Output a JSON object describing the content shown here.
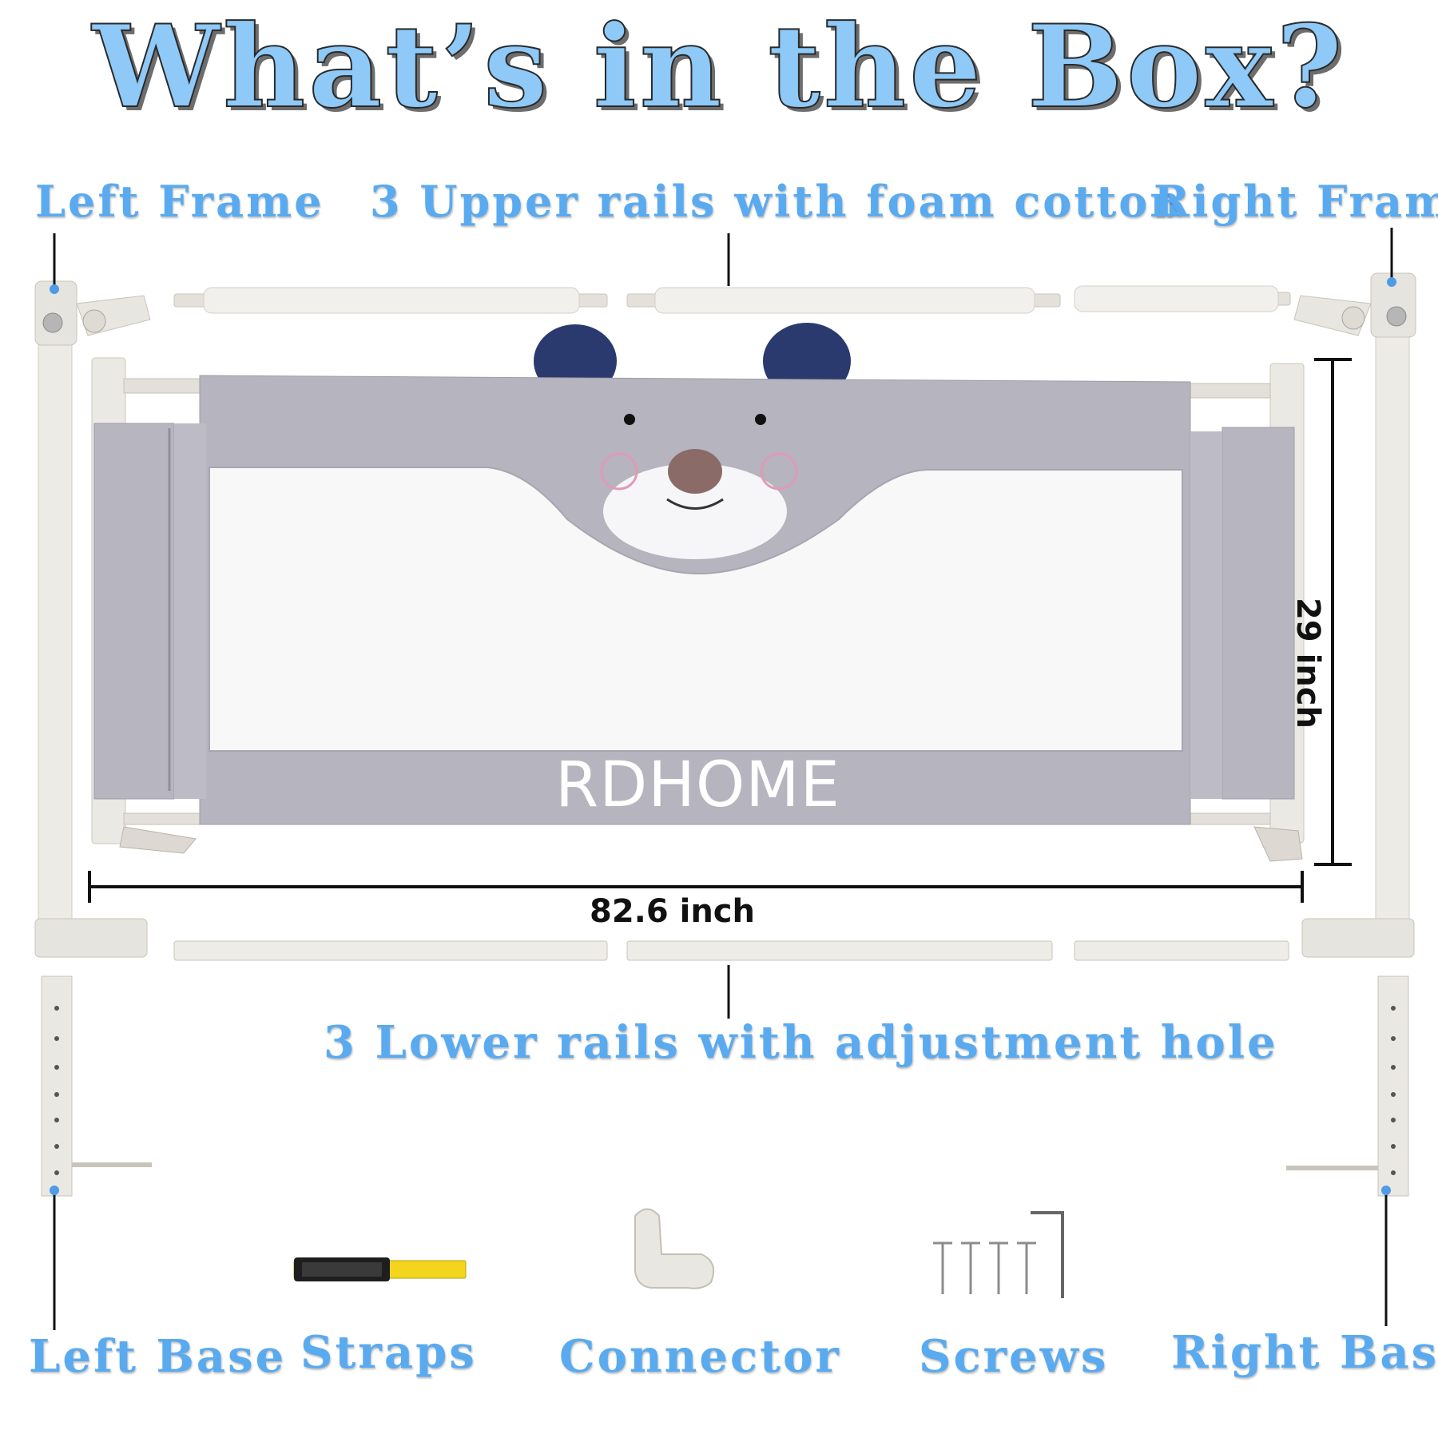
{
  "title": "What’s in the Box?",
  "labels": {
    "left_frame": "Left Frame",
    "upper_rails": "3 Upper rails with foam cotton",
    "right_frame": "Right Frame",
    "lower_rails": "3 Lower rails with adjustment hole",
    "left_base": "Left Base",
    "straps": "Straps",
    "connector": "Connector",
    "screws": "Screws",
    "right_base": "Right Base"
  },
  "dimensions": {
    "width": "82.6 inch",
    "height": "29 inch"
  },
  "brand": "RDHOME",
  "colors": {
    "label_blue": "#5aaaf0",
    "title_blue": "#8ec9f7",
    "fabric_gray": "#b5b4bf",
    "ear_navy": "#2b3a6e",
    "strap_yellow": "#f2d51c"
  }
}
